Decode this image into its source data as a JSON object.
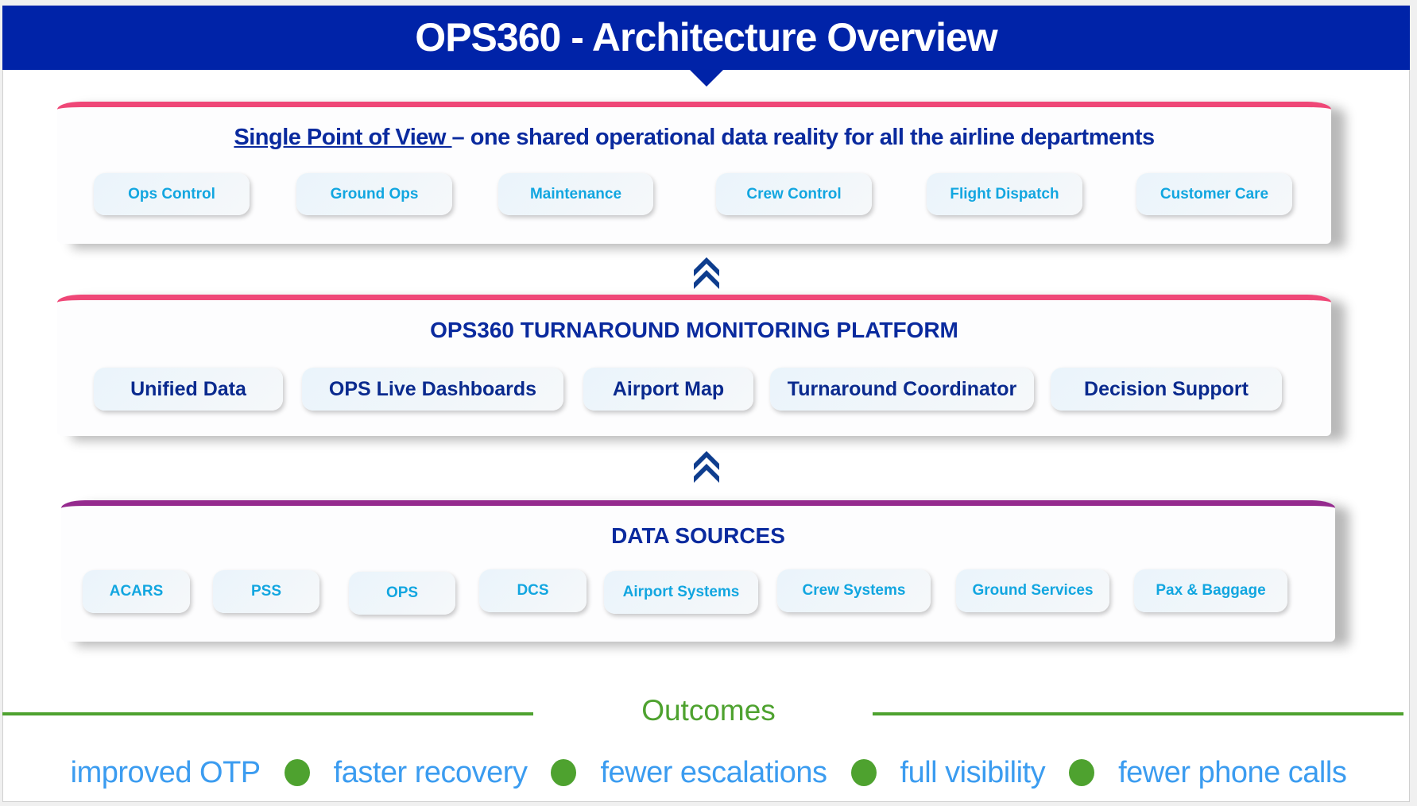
{
  "title": "OPS360 - Architecture Overview",
  "top_layer": {
    "title_link": "Single Point of View ",
    "title_rest": "– one shared operational data reality for all the airline departments",
    "items": [
      "Ops Control",
      "Ground Ops",
      "Maintenance",
      "Crew Control",
      "Flight Dispatch",
      "Customer Care"
    ]
  },
  "platform": {
    "title": "OPS360 TURNAROUND MONITORING PLATFORM",
    "items": [
      "Unified Data",
      "OPS Live Dashboards",
      "Airport Map",
      "Turnaround Coordinator",
      "Decision Support"
    ]
  },
  "sources": {
    "title": "DATA SOURCES",
    "items": [
      "ACARS",
      "PSS",
      "OPS",
      "DCS",
      "Airport Systems",
      "Crew Systems",
      "Ground Services",
      "Pax & Baggage"
    ]
  },
  "outcomes": {
    "title": "Outcomes",
    "items": [
      "improved OTP",
      "faster recovery",
      "fewer escalations",
      "full visibility",
      "fewer phone calls"
    ]
  },
  "colors": {
    "header": "#0023a8",
    "pink": "#ef4777",
    "purple": "#952a8e",
    "green": "#4ea22f",
    "pill_text": "#12a6e0",
    "outcome_text": "#3b9cf0"
  }
}
